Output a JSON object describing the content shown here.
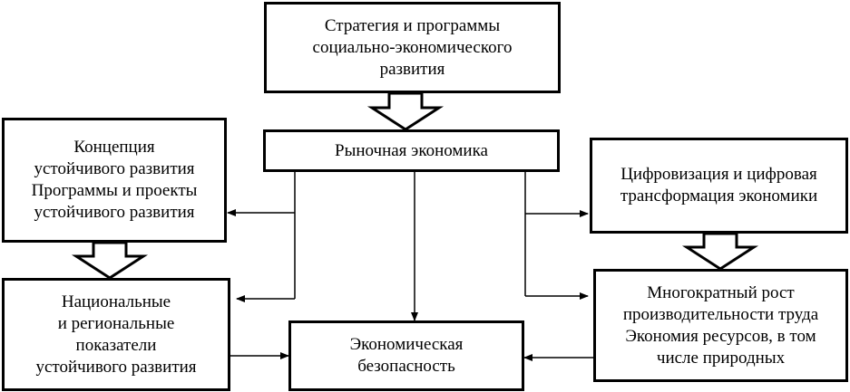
{
  "diagram": {
    "boxes": {
      "strategy": "Стратегия и программы\nсоциально-экономического\nразвития",
      "market": "Рыночная экономика",
      "concept": "Концепция\nустойчивого развития\nПрограммы и проекты\nустойчивого развития",
      "national": "Национальные\nи региональные\nпоказатели\nустойчивого развития",
      "security": "Экономическая\nбезопасность",
      "digital": "Цифровизация и цифровая\nтрансформация экономики",
      "productivity": "Многократный рост\nпроизводительности труда\nЭкономия ресурсов, в том\nчисле природных"
    }
  }
}
